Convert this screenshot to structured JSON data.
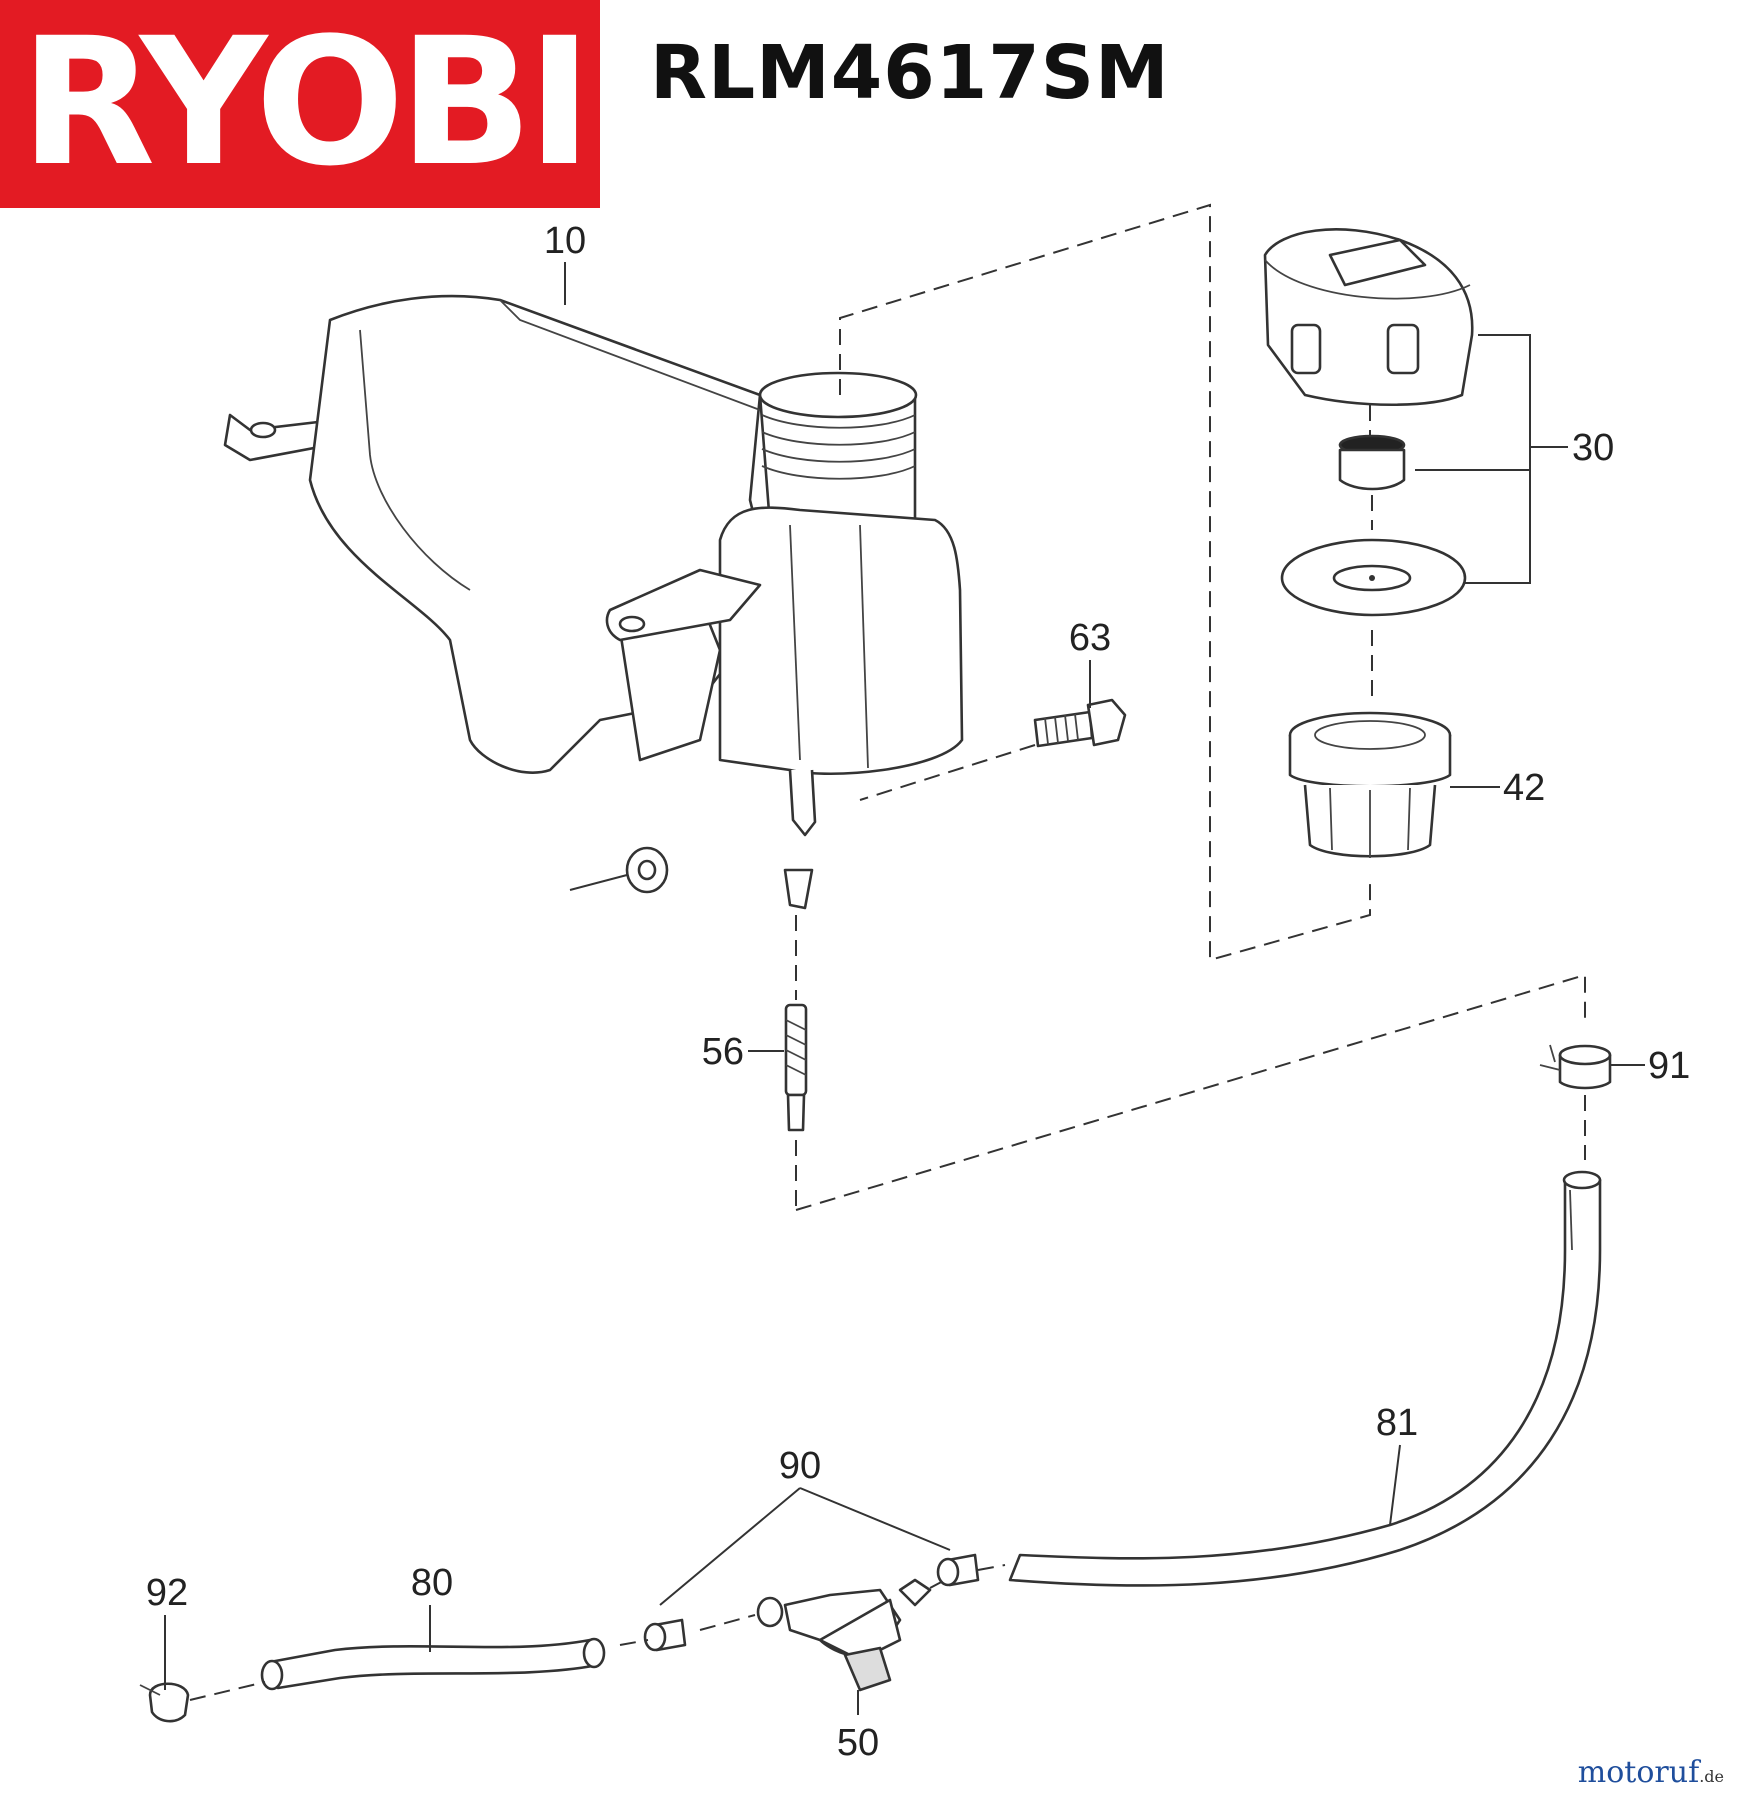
{
  "brand": {
    "name": "RYOBI",
    "color": "#e31b23"
  },
  "model": "RLM4617SM",
  "callouts": [
    {
      "id": "p10",
      "label": "10"
    },
    {
      "id": "p30",
      "label": "30"
    },
    {
      "id": "p42",
      "label": "42"
    },
    {
      "id": "p50",
      "label": "50"
    },
    {
      "id": "p56",
      "label": "56"
    },
    {
      "id": "p63",
      "label": "63"
    },
    {
      "id": "p80",
      "label": "80"
    },
    {
      "id": "p81",
      "label": "81"
    },
    {
      "id": "p90",
      "label": "90"
    },
    {
      "id": "p91",
      "label": "91"
    },
    {
      "id": "p92",
      "label": "92"
    }
  ],
  "watermark": {
    "name": "motoruf",
    "tld": ".de"
  }
}
